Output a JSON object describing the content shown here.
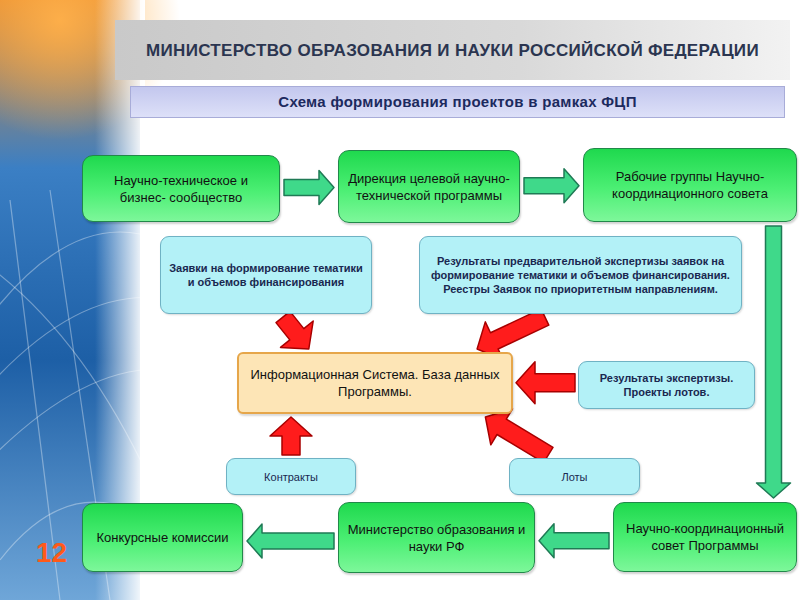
{
  "diagram": {
    "title": "МИНИСТЕРСТВО ОБРАЗОВАНИЯ И НАУКИ РОССИЙСКОЙ ФЕДЕРАЦИИ",
    "nodes": [
      {
        "text": [
          "Схема формирования проектов в рамках ФЦП"
        ]
      },
      {
        "text": [
          "Научно-техническое и бизнес- сообщество"
        ]
      },
      {
        "text": [
          "Дирекция целевой научно-технической программы"
        ]
      },
      {
        "text": [
          "Рабочие группы Научно-координационного совета"
        ]
      },
      {
        "text": [
          "Заявки на формирование тематики и объемов финансирования"
        ]
      },
      {
        "text": [
          "Результаты предварительной экспертизы заявок на формирование тематики и объемов финансирования. Реестры Заявок по приоритетным направлениям."
        ]
      },
      {
        "text": [
          "Информационная Система. База данных Программы."
        ]
      },
      {
        "text": [
          "Результаты экспертизы. Проекты лотов."
        ]
      },
      {
        "text": [
          "Контракты"
        ]
      },
      {
        "text": [
          "Лоты"
        ]
      },
      {
        "text": [
          "Конкурсные комиссии"
        ]
      },
      {
        "text": [
          "Министерство образования и науки РФ"
        ]
      },
      {
        "text": [
          "Научно-координационный совет Программы"
        ]
      }
    ],
    "edges": [
      {
        "from": 1,
        "to": 2,
        "arrow": "to"
      },
      {
        "from": 2,
        "to": 3,
        "arrow": "to"
      },
      {
        "from": 3,
        "to": 12,
        "arrow": "to"
      },
      {
        "from": 12,
        "to": 11,
        "arrow": "to"
      },
      {
        "from": 11,
        "to": 10,
        "arrow": "to"
      },
      {
        "from": 4,
        "to": 6,
        "arrow": "to"
      },
      {
        "from": 5,
        "to": 6,
        "arrow": "to"
      },
      {
        "from": 7,
        "to": 6,
        "arrow": "to"
      },
      {
        "from": 8,
        "to": 6,
        "arrow": "to"
      },
      {
        "from": 9,
        "to": 6,
        "arrow": "to"
      }
    ],
    "labels": [
      "12"
    ]
  }
}
